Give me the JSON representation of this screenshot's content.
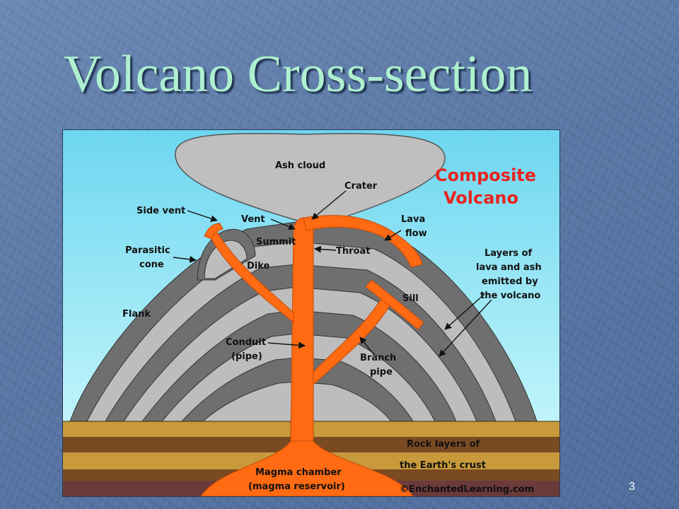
{
  "slide": {
    "title": "Volcano Cross-section",
    "page_number": "3"
  },
  "diagram": {
    "heading_line1": "Composite",
    "heading_line2": "Volcano",
    "labels": {
      "ash_cloud": "Ash cloud",
      "crater": "Crater",
      "side_vent": "Side vent",
      "vent": "Vent",
      "summit": "Summit",
      "lava_flow_line1": "Lava",
      "lava_flow_line2": "flow",
      "parasitic_cone_line1": "Parasitic",
      "parasitic_cone_line2": "cone",
      "throat": "Throat",
      "dike": "Dike",
      "layers_line1": "Layers of",
      "layers_line2": "lava and ash",
      "layers_line3": "emitted by",
      "layers_line4": "the volcano",
      "sill": "Sill",
      "flank": "Flank",
      "conduit_line1": "Conduit",
      "conduit_line2": "(pipe)",
      "branch_pipe_line1": "Branch",
      "branch_pipe_line2": "pipe",
      "rock_layers_line1": "Rock layers of",
      "rock_layers_line2": "the Earth's crust",
      "magma_chamber_line1": "Magma chamber",
      "magma_chamber_line2": "(magma reservoir)",
      "copyright": "©EnchantedLearning.com"
    }
  },
  "colors": {
    "title_text": "#aef0cf",
    "sky_top": "#6dd6f0",
    "sky_bottom": "#bdf4fa",
    "magma": "#ff6a12",
    "layer_dark": "#6f6f6f",
    "layer_light": "#bdbdbd",
    "ground_tan": "#c89a3c",
    "ground_brown": "#7a4a22",
    "heading_red": "#e8231f"
  }
}
